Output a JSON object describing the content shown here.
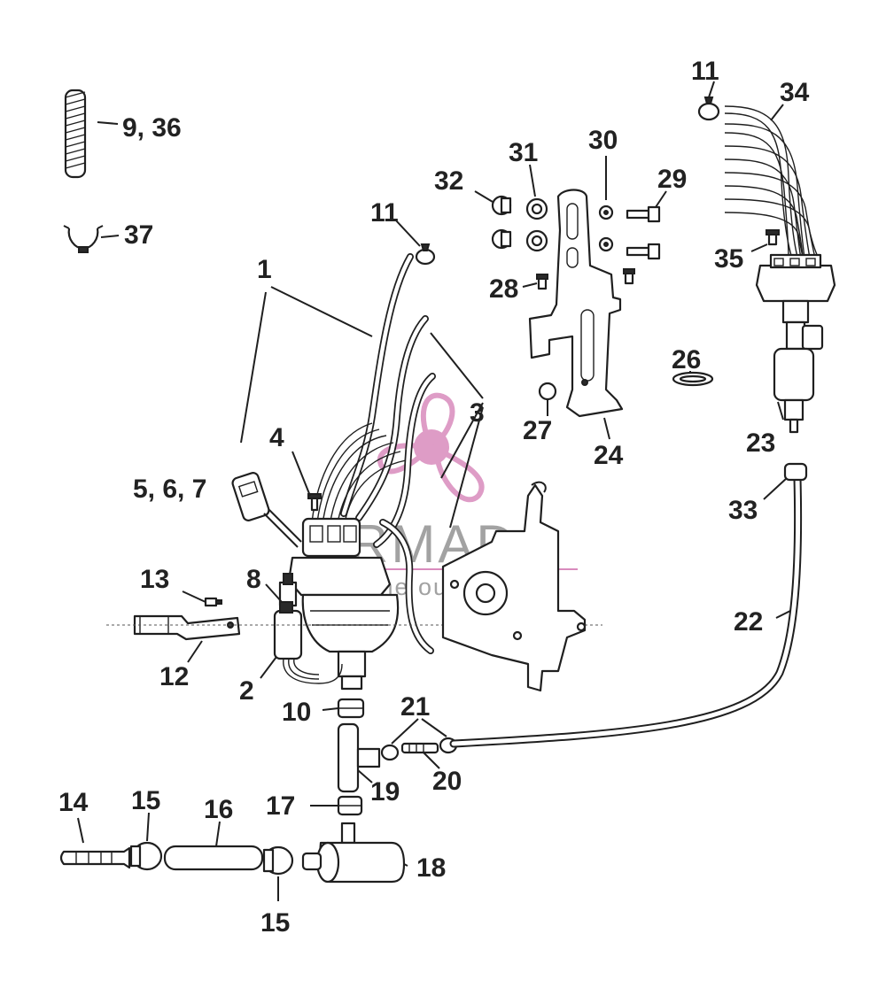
{
  "watermark": {
    "title": "ARMADA",
    "subtitle": "marine outboards",
    "colors": {
      "logo": "#d98bbd",
      "text": "#a2a2a2"
    }
  },
  "callouts": {
    "c1": "1",
    "c2": "2",
    "c3": "3",
    "c4": "4",
    "c5_6_7": "5, 6, 7",
    "c8": "8",
    "c9_36": "9, 36",
    "c10": "10",
    "c11_top": "11",
    "c11_mid": "11",
    "c12": "12",
    "c13": "13",
    "c14": "14",
    "c15_top": "15",
    "c15_bottom": "15",
    "c16": "16",
    "c17": "17",
    "c18": "18",
    "c19": "19",
    "c20": "20",
    "c21": "21",
    "c22": "22",
    "c23": "23",
    "c24": "24",
    "c26": "26",
    "c27": "27",
    "c28": "28",
    "c29": "29",
    "c30": "30",
    "c31": "31",
    "c32": "32",
    "c33": "33",
    "c34": "34",
    "c35": "35",
    "c37": "37"
  }
}
